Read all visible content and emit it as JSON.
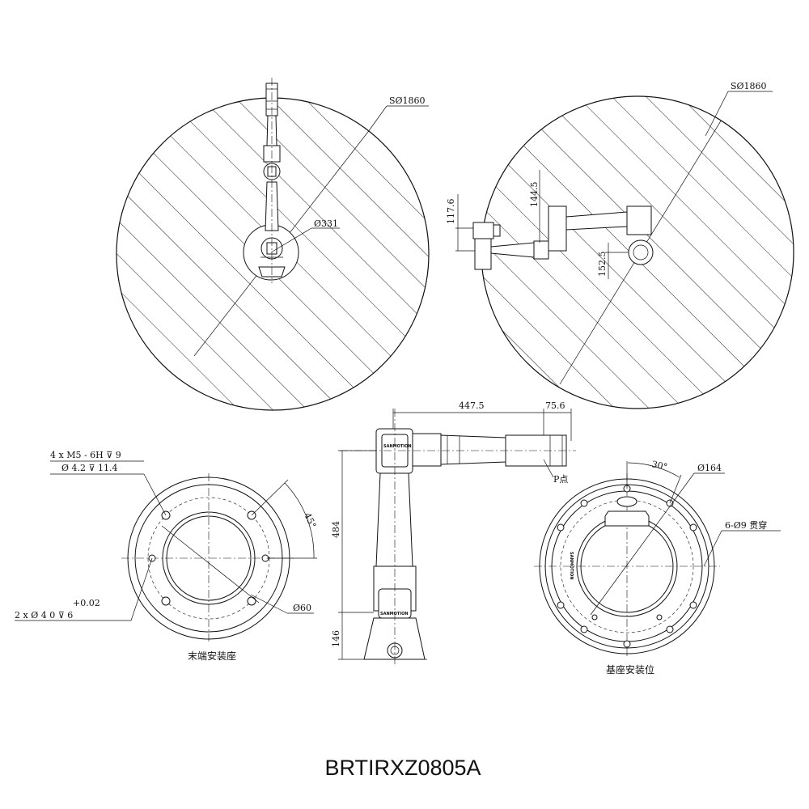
{
  "model": "BRTIRXZ0805A",
  "top_view_left": {
    "sphere": "SØ1860",
    "inner": "Ø331"
  },
  "top_view_right": {
    "sphere": "SØ1860",
    "d1": "117.6",
    "d2": "144.5",
    "d3": "152.5"
  },
  "side_view": {
    "reach": "447.5",
    "tool": "75.6",
    "p_point": "P点",
    "height": "484",
    "base_h": "146"
  },
  "flange_view": {
    "hole1": "4 x  M5 - 6H ⊽ 9",
    "hole2": "Ø 4.2 ⊽ 11.4",
    "angle": "45°",
    "pin": "2 x Ø 4   0    ⊽ 6",
    "tol": "+0.02",
    "bore": "Ø60",
    "caption": "末端安装座"
  },
  "base_view": {
    "angle": "30°",
    "pcd": "Ø164",
    "holes": "6-Ø9 贯穿",
    "caption": "基座安装位"
  }
}
